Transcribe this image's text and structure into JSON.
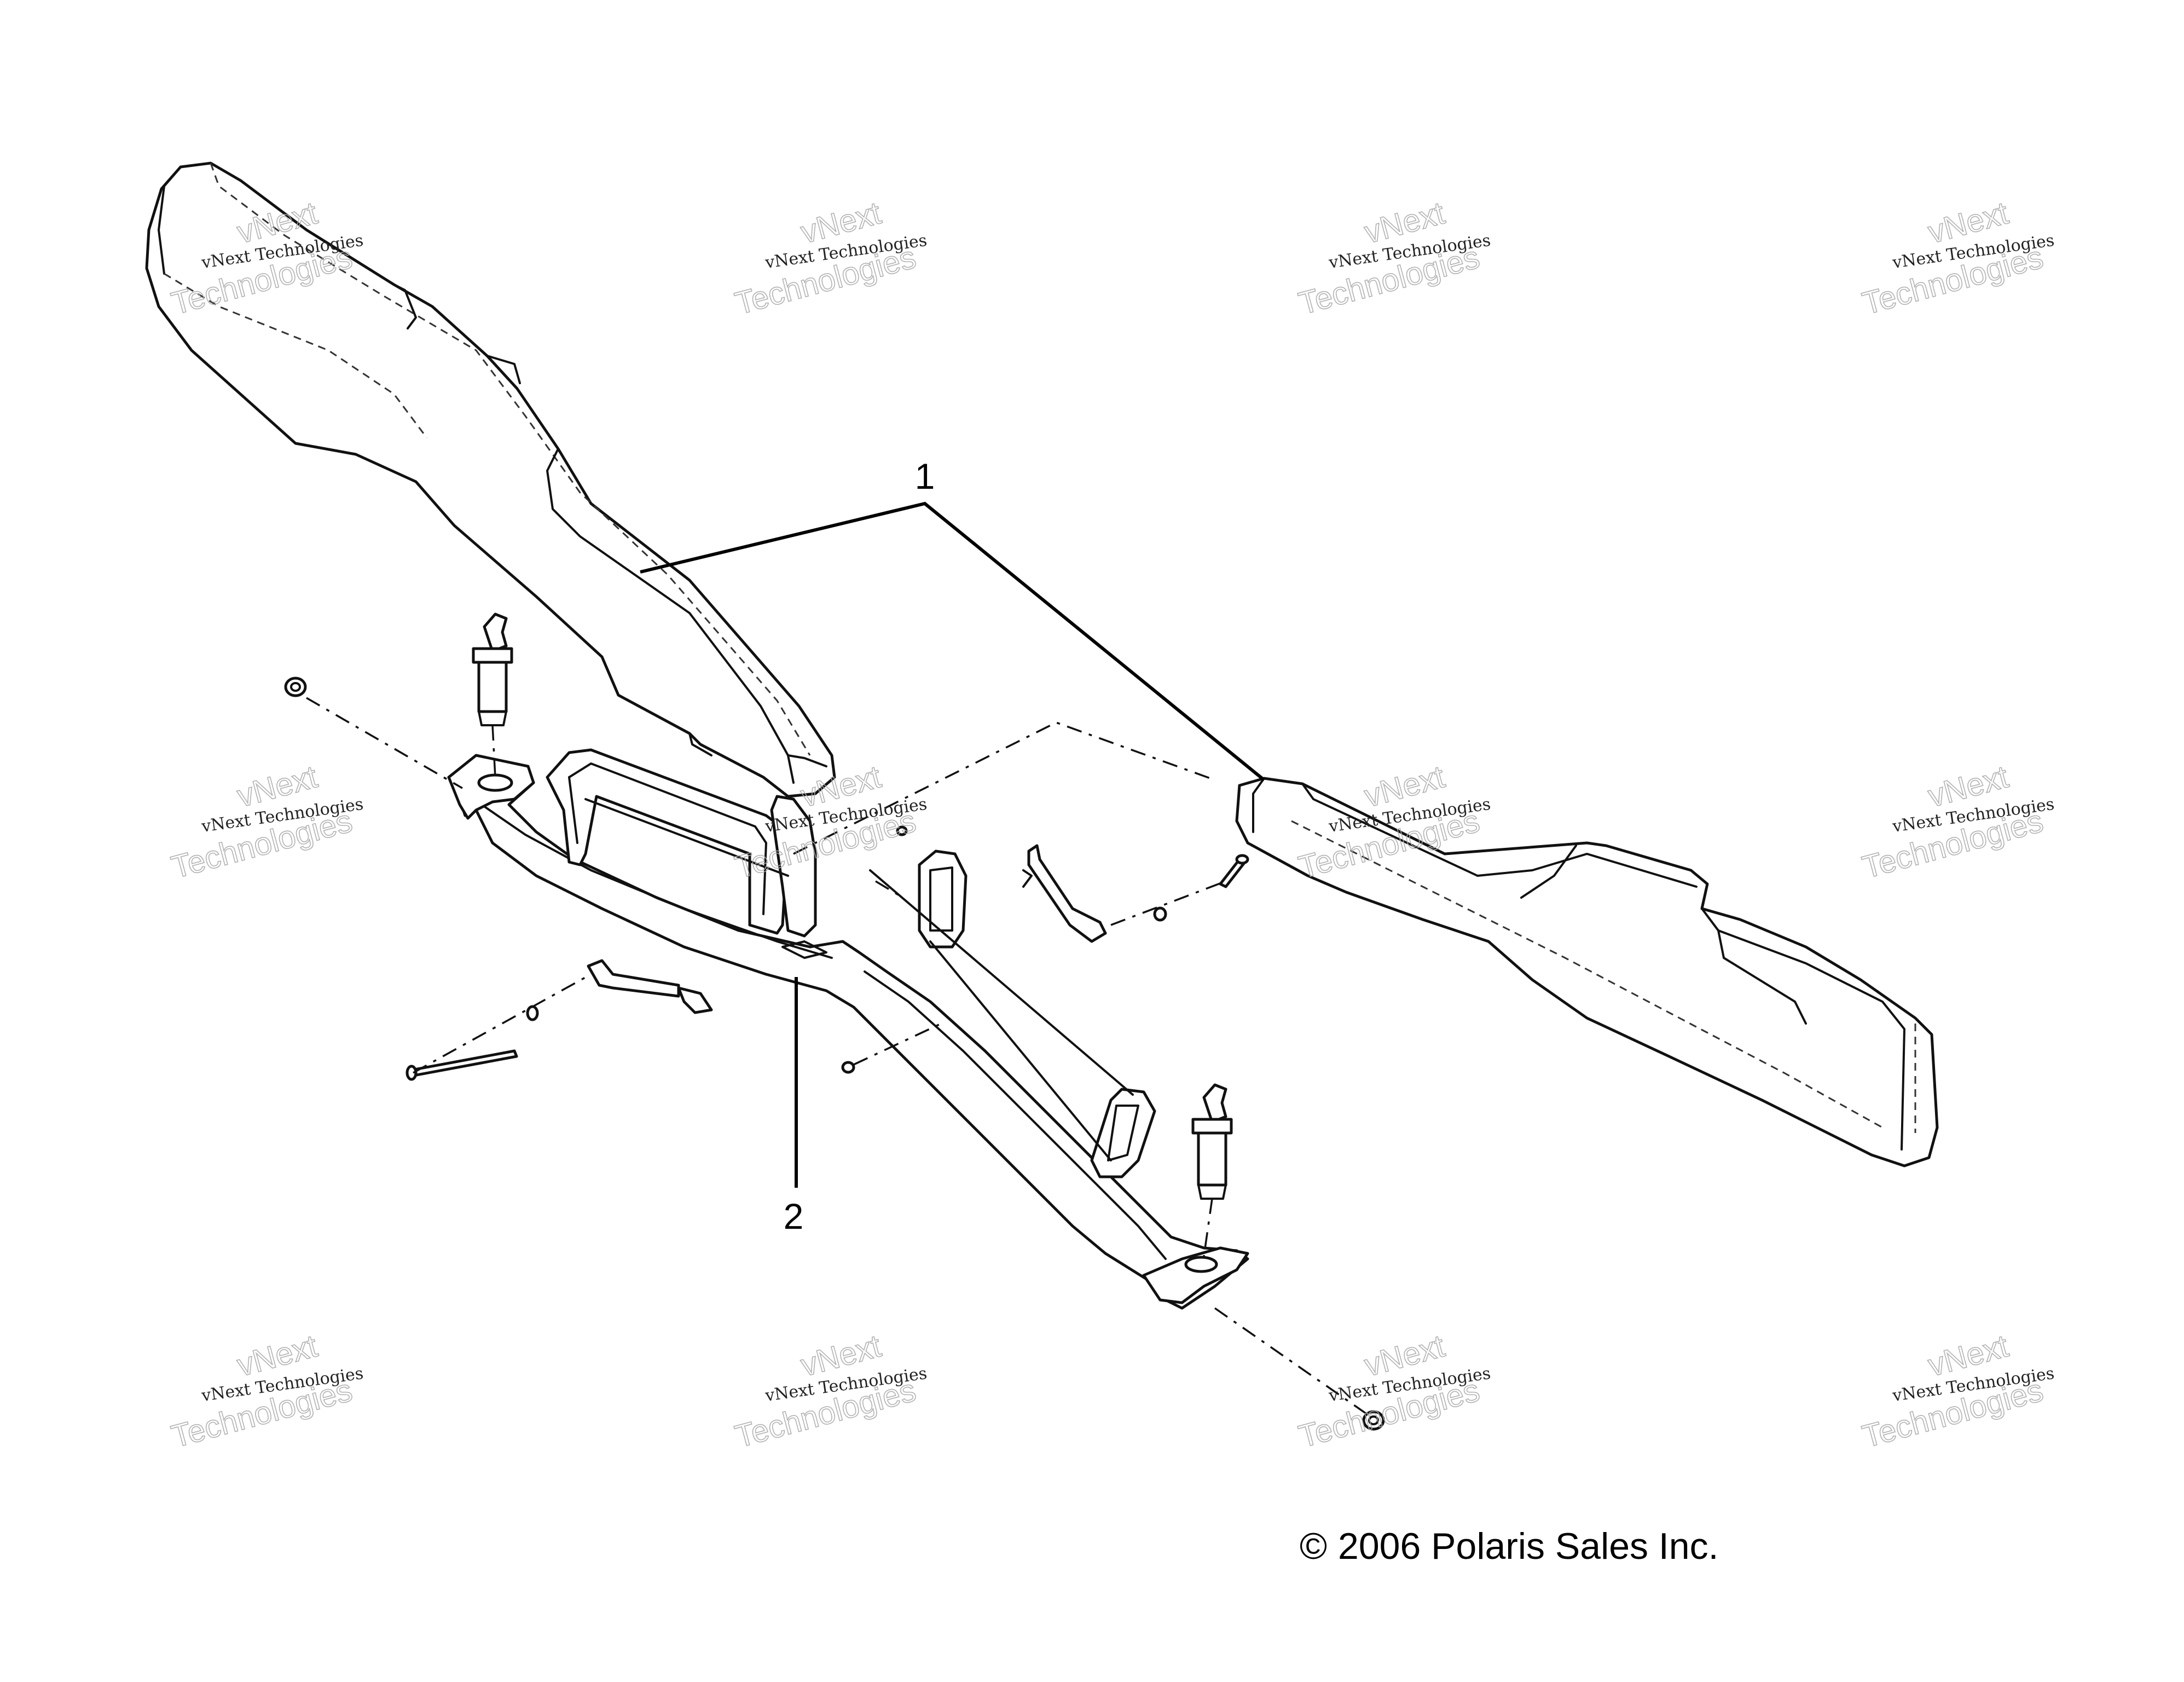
{
  "callouts": [
    {
      "label": "1"
    },
    {
      "label": "2"
    }
  ],
  "copyright": {
    "symbol": "©",
    "text": "2006 Polaris Sales Inc."
  },
  "watermark": {
    "line1": "vNext Technologies",
    "line2": "Technologies",
    "prefix": "vNext"
  }
}
